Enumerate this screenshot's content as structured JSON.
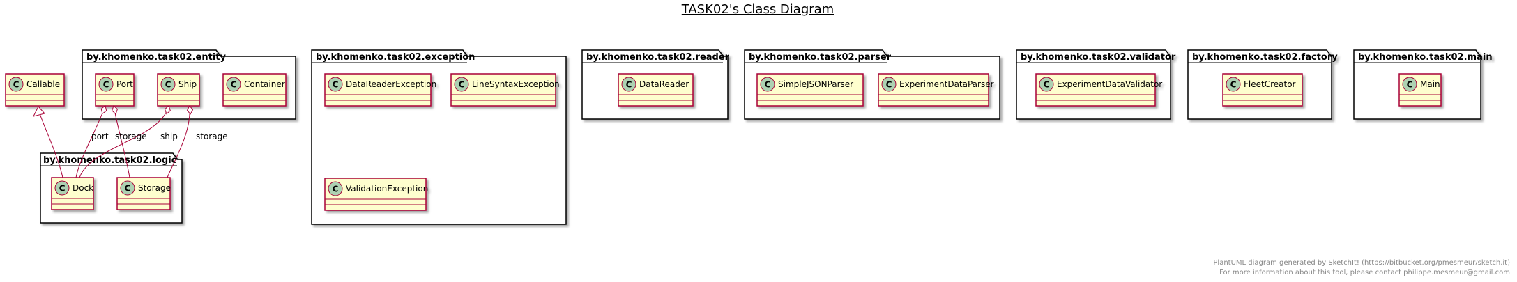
{
  "title": "TASK02's Class Diagram",
  "colors": {
    "class_fill": "#FEFECE",
    "class_border": "#A80036",
    "relation": "#A80036",
    "circle_fill": "#ADD1B2",
    "package_fill": "#FFFFFF",
    "package_border": "#000000",
    "footer": "#888888"
  },
  "packages": [
    {
      "name": "by.khomenko.task02.entity"
    },
    {
      "name": "by.khomenko.task02.exception"
    },
    {
      "name": "by.khomenko.task02.reader"
    },
    {
      "name": "by.khomenko.task02.parser"
    },
    {
      "name": "by.khomenko.task02.validator"
    },
    {
      "name": "by.khomenko.task02.factory"
    },
    {
      "name": "by.khomenko.task02.main"
    },
    {
      "name": "by.khomenko.task02.logic"
    }
  ],
  "classes": [
    {
      "name": "Callable"
    },
    {
      "name": "Port"
    },
    {
      "name": "Ship"
    },
    {
      "name": "Container"
    },
    {
      "name": "DataReaderException"
    },
    {
      "name": "LineSyntaxException"
    },
    {
      "name": "ValidationException"
    },
    {
      "name": "DataReader"
    },
    {
      "name": "SimpleJSONParser"
    },
    {
      "name": "ExperimentDataParser"
    },
    {
      "name": "ExperimentDataValidator"
    },
    {
      "name": "FleetCreator"
    },
    {
      "name": "Main"
    },
    {
      "name": "Dock"
    },
    {
      "name": "Storage"
    }
  ],
  "stereotype_letter": "C",
  "relations": [
    {
      "from": "Dock",
      "to": "Callable",
      "type": "realization",
      "label": ""
    },
    {
      "from": "Port",
      "to": "Dock",
      "type": "aggregation",
      "label": "port"
    },
    {
      "from": "Ship",
      "to": "Dock",
      "type": "aggregation",
      "label": "ship"
    },
    {
      "from": "Port",
      "to": "Storage",
      "type": "aggregation",
      "label": "storage"
    },
    {
      "from": "Ship",
      "to": "Storage",
      "type": "aggregation",
      "label": "storage"
    }
  ],
  "footer": {
    "line1": "PlantUML diagram generated by SketchIt! (https://bitbucket.org/pmesmeur/sketch.it)",
    "line2": "For more information about this tool, please contact philippe.mesmeur@gmail.com"
  }
}
